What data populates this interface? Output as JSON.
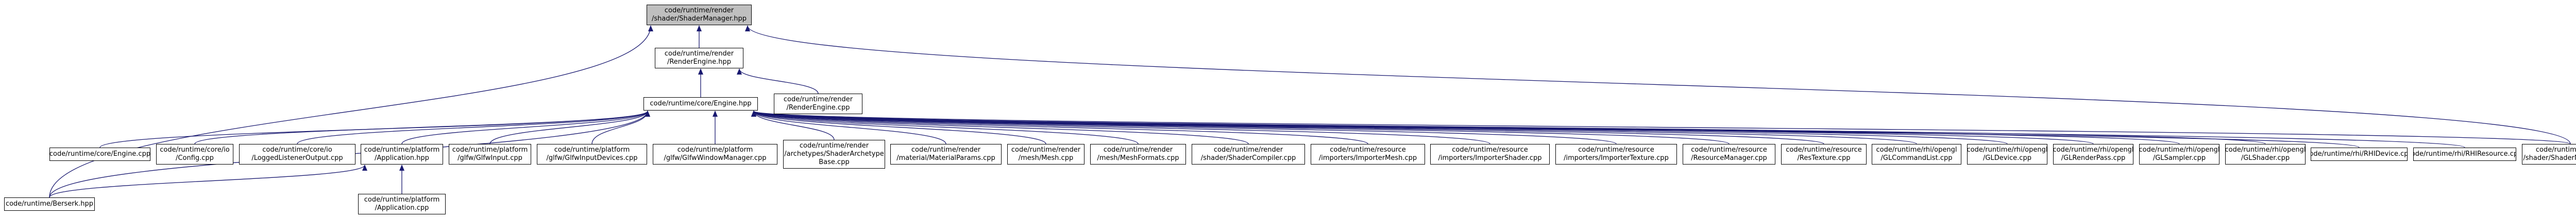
{
  "colors": {
    "edge": "#191970",
    "node_border": "#000000",
    "focus_fill": "#bfbfbf",
    "node_fill": "#ffffff"
  },
  "nodes": {
    "shader_manager_hpp": {
      "label": "code/runtime/render\n/shader/ShaderManager.hpp",
      "focus": true
    },
    "render_engine_hpp": {
      "label": "code/runtime/render\n/RenderEngine.hpp"
    },
    "engine_hpp": {
      "label": "code/runtime/core/Engine.hpp"
    },
    "render_engine_cpp": {
      "label": "code/runtime/render\n/RenderEngine.cpp"
    },
    "engine_cpp": {
      "label": "code/runtime/core/Engine.cpp"
    },
    "config_cpp": {
      "label": "code/runtime/core/io\n/Config.cpp"
    },
    "logged_listener_output_cpp": {
      "label": "code/runtime/core/io\n/LoggedListenerOutput.cpp"
    },
    "application_hpp": {
      "label": "code/runtime/platform\n/Application.hpp"
    },
    "glfw_input_cpp": {
      "label": "code/runtime/platform\n/glfw/GlfwInput.cpp"
    },
    "glfw_input_devices_cpp": {
      "label": "code/runtime/platform\n/glfw/GlfwInputDevices.cpp"
    },
    "glfw_window_manager_cpp": {
      "label": "code/runtime/platform\n/glfw/GlfwWindowManager.cpp"
    },
    "shader_archetype_base_cpp": {
      "label": "code/runtime/render\n/archetypes/ShaderArchetype\nBase.cpp"
    },
    "material_params_cpp": {
      "label": "code/runtime/render\n/material/MaterialParams.cpp"
    },
    "mesh_cpp": {
      "label": "code/runtime/render\n/mesh/Mesh.cpp"
    },
    "mesh_formats_cpp": {
      "label": "code/runtime/render\n/mesh/MeshFormats.cpp"
    },
    "shader_compiler_cpp": {
      "label": "code/runtime/render\n/shader/ShaderCompiler.cpp"
    },
    "importer_mesh_cpp": {
      "label": "code/runtime/resource\n/importers/ImporterMesh.cpp"
    },
    "importer_shader_cpp": {
      "label": "code/runtime/resource\n/importers/ImporterShader.cpp"
    },
    "importer_texture_cpp": {
      "label": "code/runtime/resource\n/importers/ImporterTexture.cpp"
    },
    "resource_manager_cpp": {
      "label": "code/runtime/resource\n/ResourceManager.cpp"
    },
    "res_texture_cpp": {
      "label": "code/runtime/resource\n/ResTexture.cpp"
    },
    "gl_command_list_cpp": {
      "label": "code/runtime/rhi/opengl\n/GLCommandList.cpp"
    },
    "gl_device_cpp": {
      "label": "code/runtime/rhi/opengl\n/GLDevice.cpp"
    },
    "gl_render_pass_cpp": {
      "label": "code/runtime/rhi/opengl\n/GLRenderPass.cpp"
    },
    "gl_sampler_cpp": {
      "label": "code/runtime/rhi/opengl\n/GLSampler.cpp"
    },
    "gl_shader_cpp": {
      "label": "code/runtime/rhi/opengl\n/GLShader.cpp"
    },
    "rhi_device_cpp": {
      "label": "code/runtime/rhi/RHIDevice.cpp"
    },
    "rhi_resource_cpp": {
      "label": "code/runtime/rhi/RHIResource.cpp"
    },
    "shader_manager_cpp": {
      "label": "code/runtime/render\n/shader/ShaderManager.cpp"
    },
    "berserk_hpp": {
      "label": "code/runtime/Berserk.hpp"
    },
    "application_cpp": {
      "label": "code/runtime/platform\n/Application.cpp"
    }
  },
  "edges": [
    [
      "render_engine_hpp",
      "shader_manager_hpp"
    ],
    [
      "berserk_hpp",
      "shader_manager_hpp"
    ],
    [
      "shader_manager_cpp",
      "shader_manager_hpp"
    ],
    [
      "engine_hpp",
      "render_engine_hpp"
    ],
    [
      "render_engine_cpp",
      "render_engine_hpp"
    ],
    [
      "berserk_hpp",
      "engine_hpp"
    ],
    [
      "engine_cpp",
      "engine_hpp"
    ],
    [
      "config_cpp",
      "engine_hpp"
    ],
    [
      "logged_listener_output_cpp",
      "engine_hpp"
    ],
    [
      "application_hpp",
      "engine_hpp"
    ],
    [
      "glfw_input_cpp",
      "engine_hpp"
    ],
    [
      "glfw_input_devices_cpp",
      "engine_hpp"
    ],
    [
      "glfw_window_manager_cpp",
      "engine_hpp"
    ],
    [
      "shader_archetype_base_cpp",
      "engine_hpp"
    ],
    [
      "material_params_cpp",
      "engine_hpp"
    ],
    [
      "mesh_cpp",
      "engine_hpp"
    ],
    [
      "mesh_formats_cpp",
      "engine_hpp"
    ],
    [
      "shader_compiler_cpp",
      "engine_hpp"
    ],
    [
      "importer_mesh_cpp",
      "engine_hpp"
    ],
    [
      "importer_shader_cpp",
      "engine_hpp"
    ],
    [
      "importer_texture_cpp",
      "engine_hpp"
    ],
    [
      "resource_manager_cpp",
      "engine_hpp"
    ],
    [
      "res_texture_cpp",
      "engine_hpp"
    ],
    [
      "gl_command_list_cpp",
      "engine_hpp"
    ],
    [
      "gl_device_cpp",
      "engine_hpp"
    ],
    [
      "gl_render_pass_cpp",
      "engine_hpp"
    ],
    [
      "gl_sampler_cpp",
      "engine_hpp"
    ],
    [
      "gl_shader_cpp",
      "engine_hpp"
    ],
    [
      "rhi_device_cpp",
      "engine_hpp"
    ],
    [
      "rhi_resource_cpp",
      "engine_hpp"
    ],
    [
      "shader_manager_cpp",
      "engine_hpp"
    ],
    [
      "berserk_hpp",
      "application_hpp"
    ],
    [
      "application_cpp",
      "application_hpp"
    ]
  ]
}
